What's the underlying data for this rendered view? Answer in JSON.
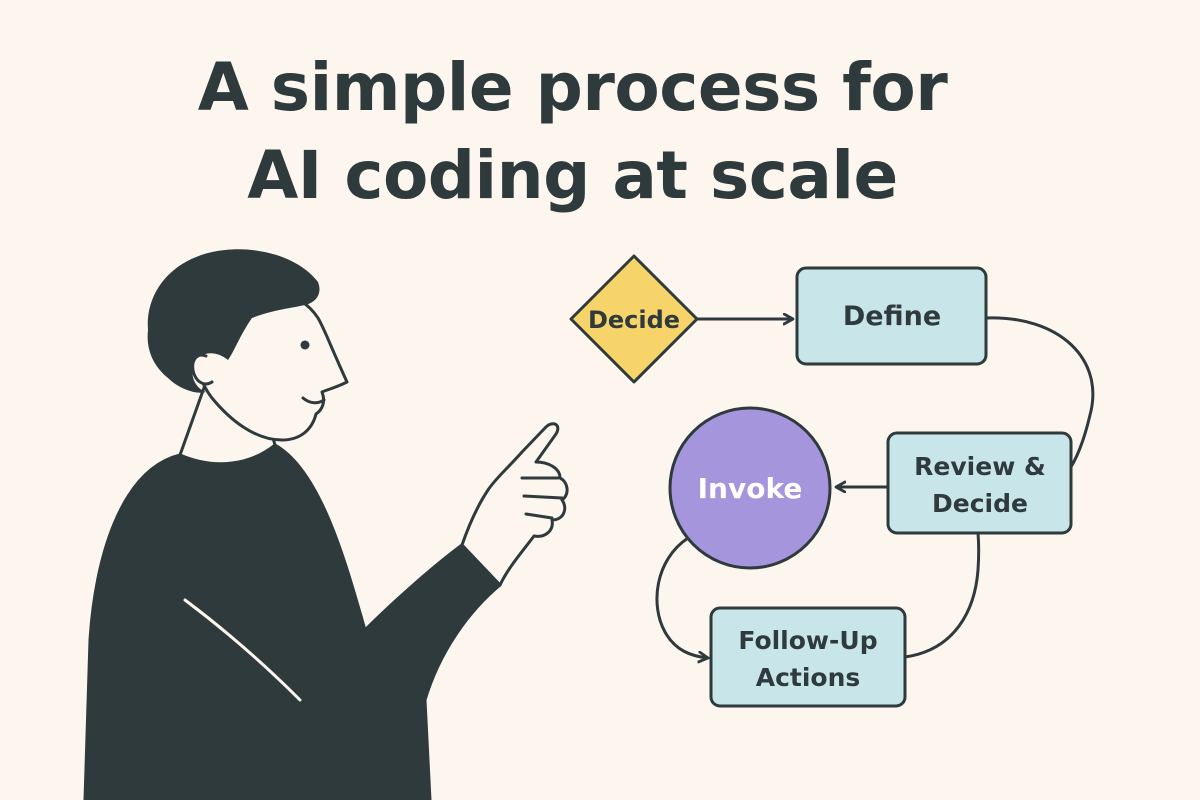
{
  "title": {
    "line1": "A simple process for",
    "line2": "AI coding at scale"
  },
  "diagram": {
    "nodes": {
      "decide": {
        "label": "Decide",
        "shape": "diamond",
        "color": "#f7d46a"
      },
      "define": {
        "label": "Define",
        "shape": "rounded-rectangle",
        "color": "#c8e6ea"
      },
      "review": {
        "label_line1": "Review &",
        "label_line2": "Decide",
        "shape": "rounded-rectangle",
        "color": "#c8e6ea"
      },
      "invoke": {
        "label": "Invoke",
        "shape": "circle",
        "color": "#a595dc"
      },
      "followup": {
        "label_line1": "Follow-Up",
        "label_line2": "Actions",
        "shape": "rounded-rectangle",
        "color": "#c8e6ea"
      }
    },
    "edges": [
      {
        "from": "Decide",
        "to": "Define"
      },
      {
        "from": "Define",
        "to": "Review & Decide"
      },
      {
        "from": "Review & Decide",
        "to": "Invoke"
      },
      {
        "from": "Invoke",
        "to": "Follow-Up Actions"
      },
      {
        "from": "Follow-Up Actions",
        "to": "Review & Decide"
      }
    ]
  },
  "illustration": {
    "figure": "person-pointing",
    "outline_color": "#2e3a3c",
    "skin_color": "#fcf6ef"
  }
}
